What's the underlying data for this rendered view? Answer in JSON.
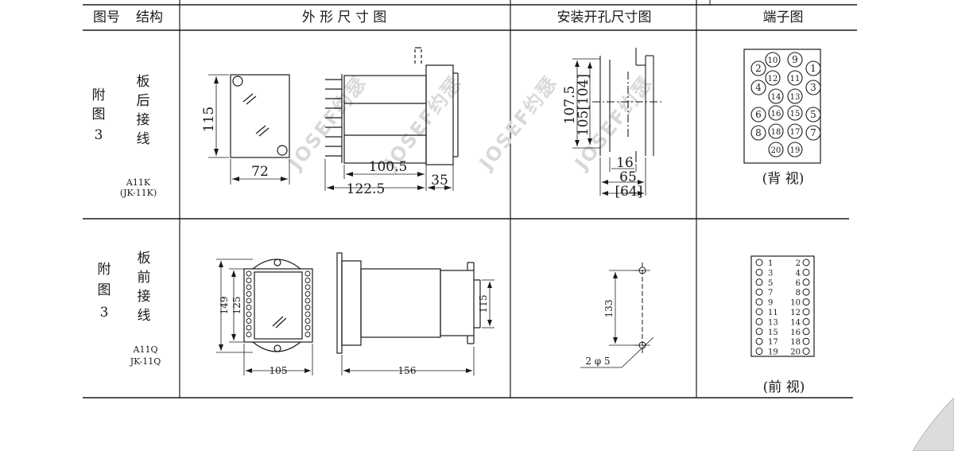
{
  "headers": {
    "figure_no": "图号",
    "structure": "结构",
    "outline": "外 形 尺 寸 图",
    "cutout": "安装开孔尺寸图",
    "terminal": "端子图"
  },
  "row1": {
    "figure_label": [
      "附",
      "图",
      "3"
    ],
    "mount_label": [
      "板",
      "后",
      "接",
      "线"
    ],
    "model_line1": "A11K",
    "model_line2": "(JK-11K)",
    "dims": {
      "height": "115",
      "front_width": "72",
      "body_depth": "100.5",
      "total_depth": "122.5",
      "rear": "35",
      "cut_h1": "107.5",
      "cut_h2": "105[104]",
      "cut_w1": "16",
      "cut_w2": "65",
      "cut_w3": "[64]"
    },
    "terminals": [
      "10",
      "9",
      "2",
      "1",
      "12",
      "11",
      "4",
      "3",
      "14",
      "13",
      "6",
      "16",
      "15",
      "5",
      "8",
      "18",
      "17",
      "7",
      "20",
      "19"
    ],
    "view_label": "(背 视)"
  },
  "row2": {
    "figure_label": [
      "附",
      "图",
      "3"
    ],
    "mount_label": [
      "板",
      "前",
      "接",
      "线"
    ],
    "model_line1": "A11Q",
    "model_line2": "JK-11Q",
    "dims": {
      "outer_h": "149",
      "inner_h": "125",
      "width": "105",
      "depth": "156",
      "side_h": "115",
      "hole_pitch": "133",
      "hole_dia": "2 φ 5"
    },
    "terminals_left": [
      "1",
      "3",
      "5",
      "7",
      "9",
      "11",
      "13",
      "15",
      "17",
      "19"
    ],
    "terminals_right": [
      "2",
      "4",
      "6",
      "8",
      "10",
      "12",
      "14",
      "16",
      "18",
      "20"
    ],
    "view_label": "(前 视)"
  },
  "watermark": "JOSEF约瑟"
}
